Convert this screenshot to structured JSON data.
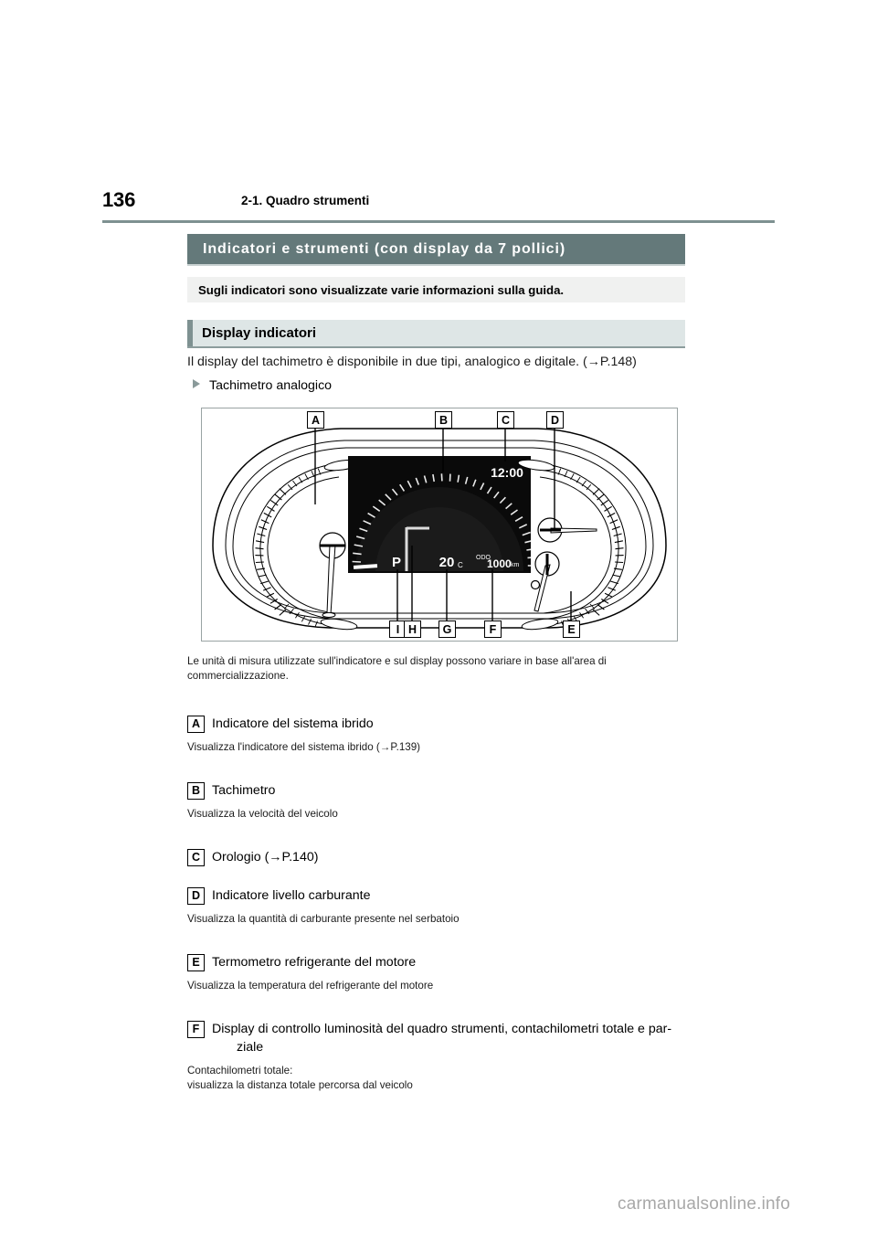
{
  "page": {
    "number": "136",
    "running_title": "2-1. Quadro strumenti",
    "watermark": "carmanualsonline.info"
  },
  "section": {
    "title": "Indicatori e strumenti (con display da 7 pollici)",
    "lead": "Sugli indicatori sono visualizzate varie informazioni sulla guida.",
    "subheading": "Display indicatori",
    "intro": "Il display del tachimetro è disponibile in due tipi, analogico e digitale. (→P.148)",
    "bullet": "Tachimetro analogico"
  },
  "figure": {
    "caption": "Le unità di misura utilizzate sull'indicatore e sul display possono variare in base all'area di commercializzazione.",
    "callouts_top": [
      "A",
      "B",
      "C",
      "D"
    ],
    "callouts_bottom": [
      "I",
      "H",
      "G",
      "F",
      "E"
    ],
    "display": {
      "clock": "12:00",
      "shift_position": "P",
      "outside_temp": "20",
      "temp_unit": "C",
      "odo_label": "ODO",
      "odometer": "1000",
      "odometer_unit": "km"
    }
  },
  "items": [
    {
      "letter": "A",
      "title": "Indicatore del sistema ibrido",
      "desc": "Visualizza l'indicatore del sistema ibrido (→P.139)"
    },
    {
      "letter": "B",
      "title": "Tachimetro",
      "desc": "Visualizza la velocità del veicolo"
    },
    {
      "letter": "C",
      "title": "Orologio (→P.140)",
      "desc": ""
    },
    {
      "letter": "D",
      "title": "Indicatore livello carburante",
      "desc": "Visualizza la quantità di carburante presente nel serbatoio"
    },
    {
      "letter": "E",
      "title": "Termometro refrigerante del motore",
      "desc": "Visualizza la temperatura del refrigerante del motore"
    },
    {
      "letter": "F",
      "title_line1": "Display di controllo luminosità del quadro strumenti, contachilometri totale e par-",
      "title_line2": "ziale",
      "desc_line1": "Contachilometri totale:",
      "desc_line2": "visualizza la distanza totale percorsa dal veicolo"
    }
  ],
  "colors": {
    "section_bar": "#64797a",
    "sub_bar": "#dee6e6",
    "lead_box": "#f0f1f0",
    "rule": "#7e9191",
    "accent": "#7e9191"
  }
}
